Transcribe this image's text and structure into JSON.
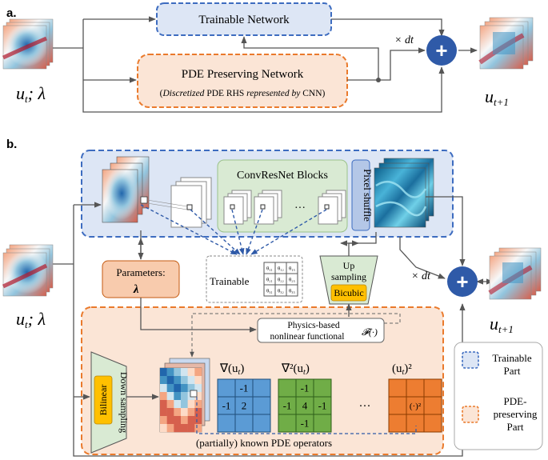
{
  "panel_a": {
    "label": "a.",
    "trainable_box": "Trainable Network",
    "pde_box_title": "PDE Preserving Network",
    "pde_box_sub_1": "Discretized",
    "pde_box_sub_2": " PDE RHS ",
    "pde_box_sub_3": "represented by",
    "pde_box_sub_4": " CNN",
    "times_dt": "× dt",
    "plus": "+",
    "input_label": "u",
    "input_sub": "t",
    "input_lambda": "; λ⃗",
    "output_label": "u",
    "output_sub": "t+1"
  },
  "panel_b": {
    "label": "b.",
    "convres_label": "ConvResNet Blocks",
    "ellipsis": "···",
    "pixel_shuffle": "Pixel shuffle",
    "params_line1": "Parameters:",
    "params_line2": "λ⃗",
    "trainable_label": "Trainable",
    "theta_cells": [
      "θ₁₁",
      "θ₁₂",
      "θ₁₃",
      "θ₂₁",
      "θ₂₂",
      "θ₂₃",
      "θ₃₁",
      "θ₃₂",
      "θ₃₃"
    ],
    "upsampling_line1": "Up",
    "upsampling_line2": "sampling",
    "bicubic": "Bicubic",
    "times_dt": "× dt",
    "plus": "+",
    "physics_line1": "Physics-based",
    "physics_line2": "nonlinear functional",
    "physics_func": "𝓕(·)",
    "downsampling": "Down sampling",
    "bilinear": "Bilinear",
    "grad_label": "∇(u",
    "grad_close": ")",
    "grad_sub": "t",
    "lap_label": "∇²(u",
    "lap_close": ")",
    "lap_sub": "t",
    "sq_label": "(u",
    "sq_close": ")²",
    "sq_sub": "t",
    "grad_kernel": [
      "",
      "-1",
      "",
      "-1",
      "2",
      "",
      "",
      "",
      ""
    ],
    "lap_kernel": [
      "",
      "-1",
      "",
      "-1",
      "4",
      "-1",
      "",
      "-1",
      ""
    ],
    "sq_kernel": [
      "",
      "",
      "",
      "",
      "(·)²",
      "",
      "",
      "",
      ""
    ],
    "dots": "···",
    "known_ops": "(partially) known PDE operators",
    "input_label": "u",
    "input_sub": "t",
    "input_lambda": "; λ⃗",
    "output_label": "u",
    "output_sub": "t+1"
  },
  "legend": {
    "trainable_1": "Trainable",
    "trainable_2": "Part",
    "pde_1": "PDE-",
    "pde_2": "preserving",
    "pde_3": "Part"
  },
  "colors": {
    "blue_fill": "#dde6f5",
    "blue_border": "#3d6cc0",
    "orange_fill": "#fbe5d6",
    "orange_border": "#ea7a2c",
    "green_fill": "#d9ead3",
    "plus_circle": "#2f5aa8",
    "grad_grid": "#5b9bd5",
    "lap_grid": "#70ad47",
    "sq_grid": "#ed7d31",
    "bicubic_fill": "#ffc000",
    "bilinear_fill": "#ffc000"
  }
}
